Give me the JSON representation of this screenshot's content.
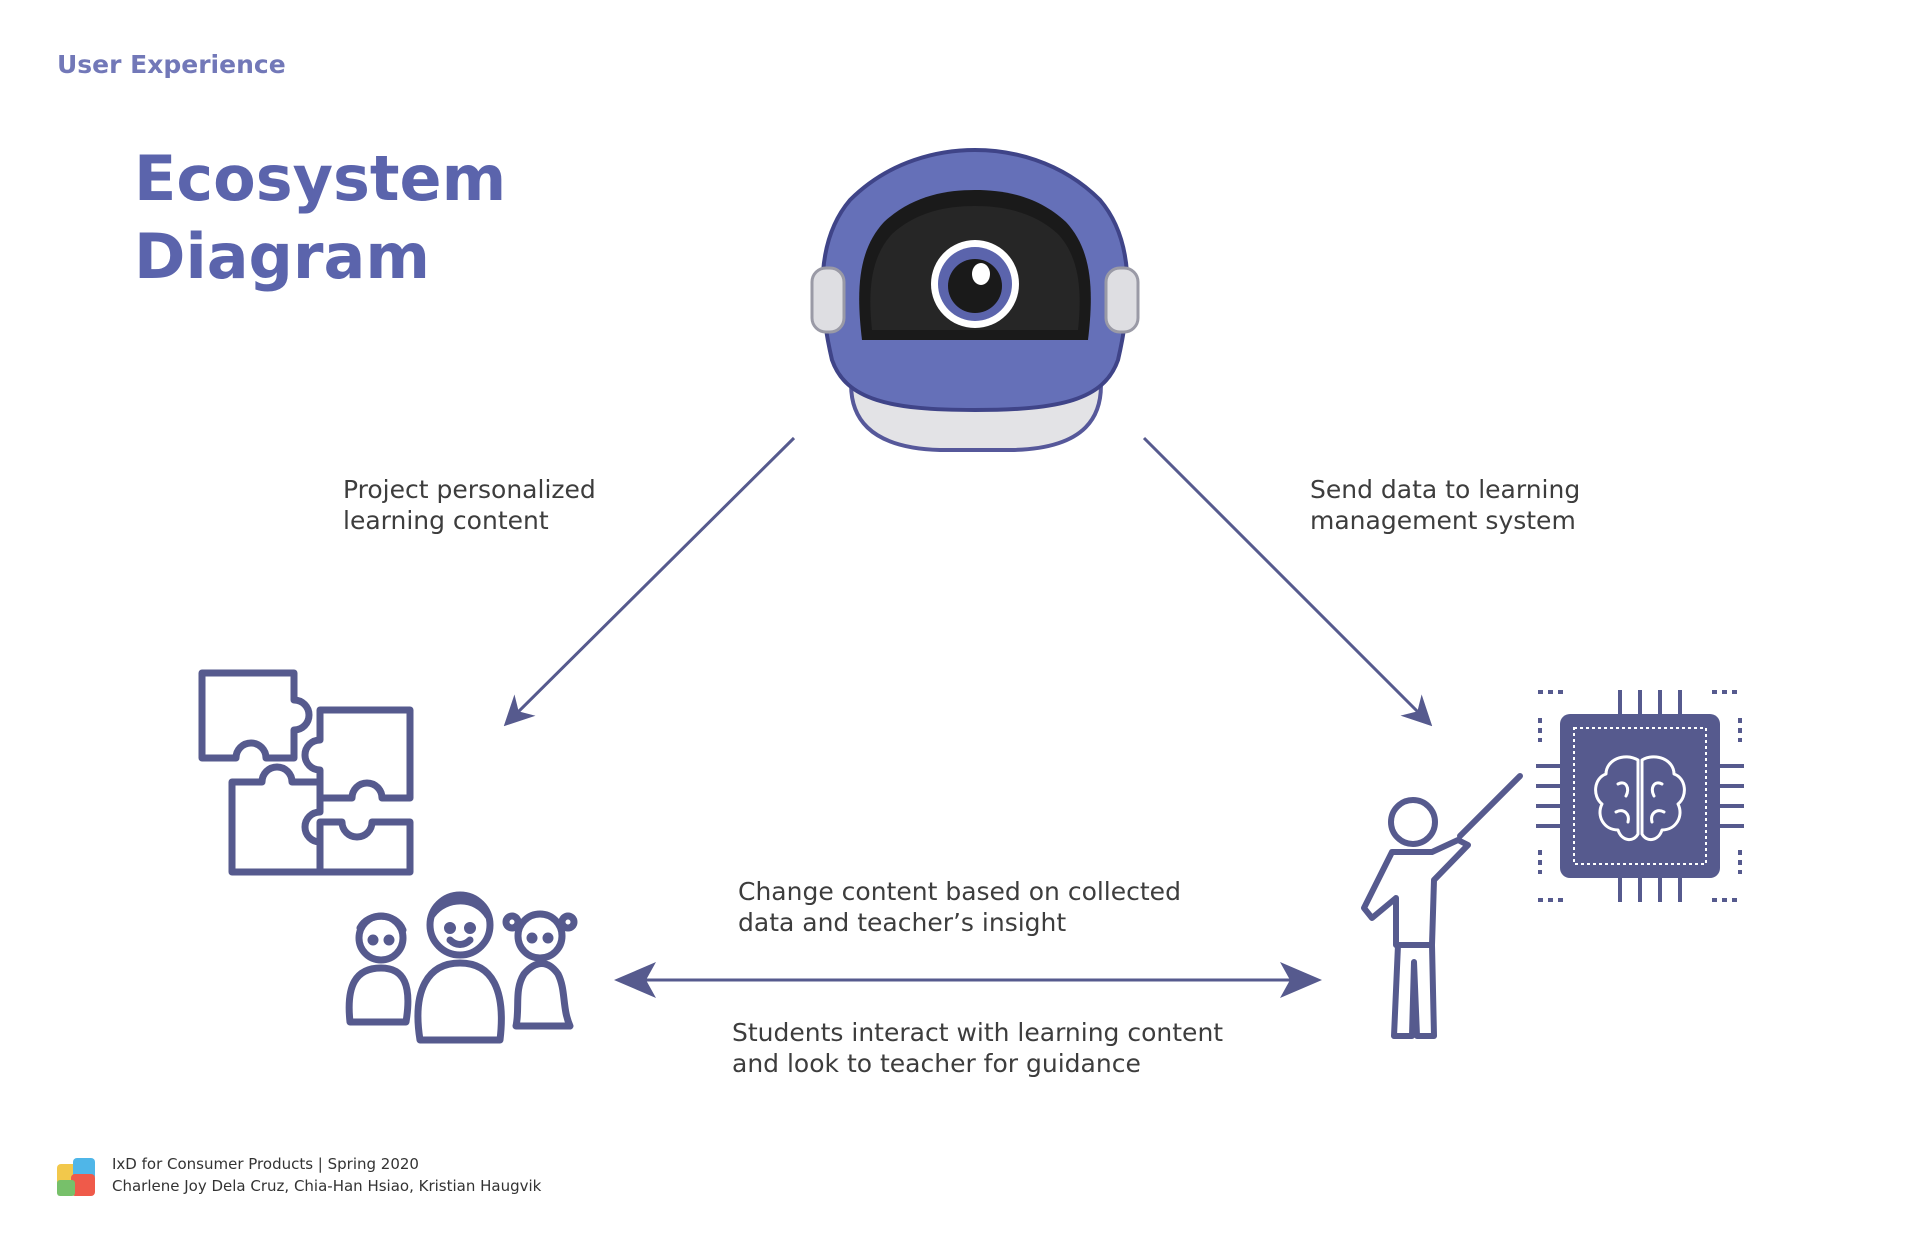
{
  "header": {
    "section": "User Experience",
    "title_line1": "Ecosystem",
    "title_line2": "Diagram"
  },
  "nodes": {
    "robot": "robot-icon",
    "learning_content": "puzzle-icon",
    "students": "students-icon",
    "teacher": "teacher-icon",
    "lms": "chip-brain-icon"
  },
  "edges": {
    "robot_to_students": {
      "line1": "Project personalized",
      "line2": "learning content"
    },
    "robot_to_teacher": {
      "line1": "Send data to learning",
      "line2": "management system"
    },
    "teacher_to_students": {
      "line1": "Change content based on collected",
      "line2": "data and teacher’s insight"
    },
    "students_to_teacher": {
      "line1": "Students interact with learning content",
      "line2": "and look to teacher for guidance"
    }
  },
  "footer": {
    "course": "IxD for Consumer Products  |  Spring 2020",
    "authors": "Charlene Joy Dela Cruz, Chia-Han Hsiao, Kristian Haugvik"
  },
  "colors": {
    "primary": "#5b64ac",
    "icon_stroke": "#565a8e",
    "robot_body": "#6570b8",
    "robot_visor": "#1a1a1a",
    "robot_base": "#e3e3e6"
  }
}
